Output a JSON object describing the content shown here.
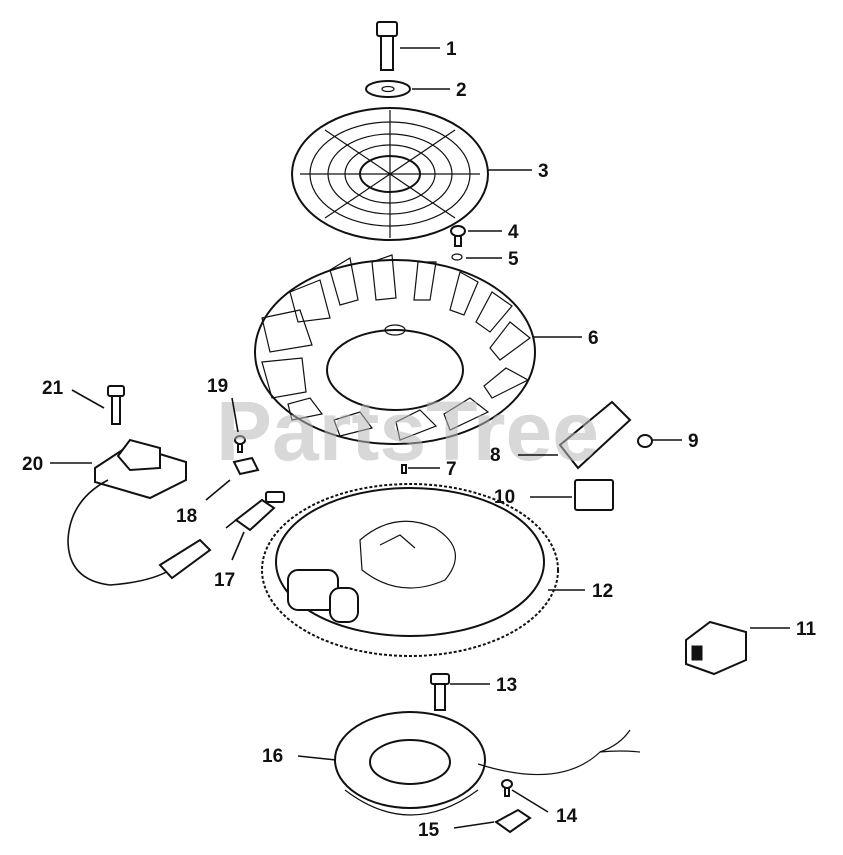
{
  "watermark": "PartsTree",
  "callouts": [
    "1",
    "2",
    "3",
    "4",
    "5",
    "6",
    "7",
    "8",
    "9",
    "10",
    "11",
    "12",
    "13",
    "14",
    "15",
    "16",
    "17",
    "18",
    "19",
    "20",
    "21"
  ]
}
